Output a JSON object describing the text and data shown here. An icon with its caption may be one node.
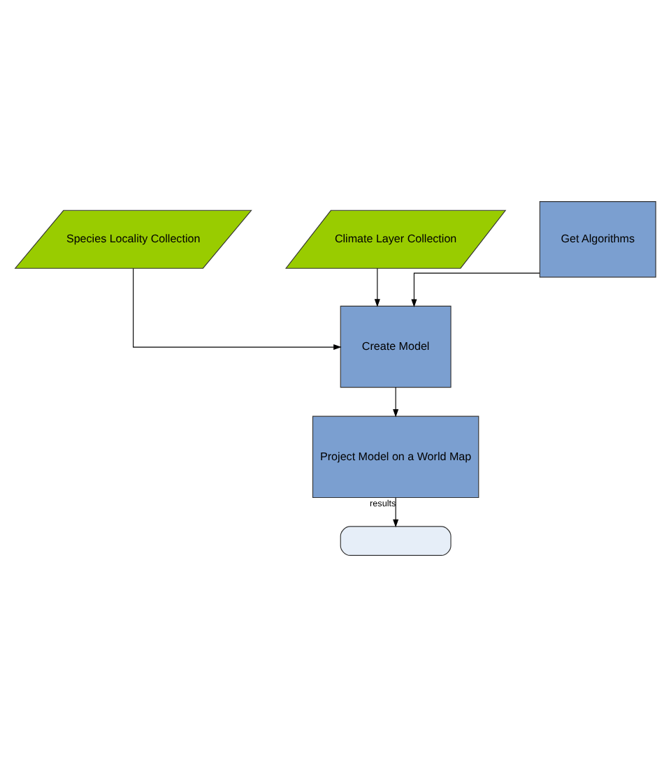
{
  "diagram": {
    "nodes": [
      {
        "text": [
          "Species Locality Collection"
        ]
      },
      {
        "text": [
          "Climate Layer Collection"
        ]
      },
      {
        "text": [
          "Get Algorithms"
        ]
      },
      {
        "text": [
          "Create Model"
        ]
      },
      {
        "text": [
          "Project Model on a World Map"
        ]
      },
      {
        "text": [],
        "shape": "capsule"
      }
    ],
    "edges": [
      {
        "from": 0,
        "to": 3,
        "arrow": "to"
      },
      {
        "from": 1,
        "to": 3,
        "arrow": "to"
      },
      {
        "from": 2,
        "to": 3,
        "arrow": "to"
      },
      {
        "from": 3,
        "to": 4,
        "arrow": "to"
      },
      {
        "from": 4,
        "to": 5,
        "arrow": "to",
        "label": "results"
      }
    ]
  }
}
